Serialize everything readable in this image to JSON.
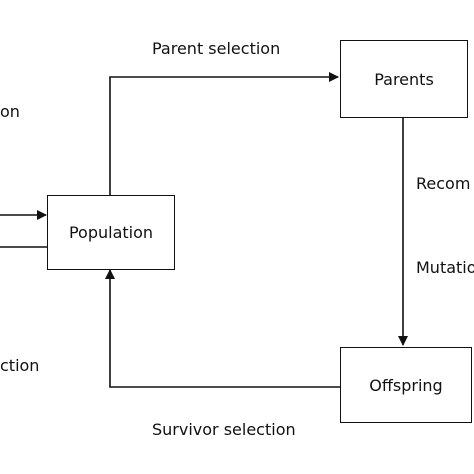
{
  "nodes": {
    "population": "Population",
    "parents": "Parents",
    "offspring": "Offspring"
  },
  "edges": {
    "parent_selection": "Parent selection",
    "survivor_selection": "Survivor selection",
    "recombination_partial": "Recom",
    "mutation_partial": "Mutatio",
    "initialisation_partial": "on",
    "termination_partial": "ction"
  },
  "colors": {
    "stroke": "#111111",
    "background": "#ffffff"
  }
}
